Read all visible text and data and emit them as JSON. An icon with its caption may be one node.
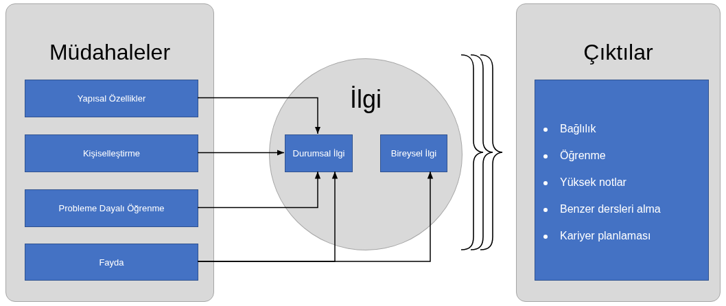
{
  "diagram": {
    "nodes": [
      {
        "text": [
          "Müdahaleler"
        ]
      },
      {
        "text": [
          "Yapısal Özellikler"
        ],
        "in": 0
      },
      {
        "text": [
          "Kişiselleştirme"
        ],
        "in": 0
      },
      {
        "text": [
          "Probleme Dayalı Öğrenme"
        ],
        "in": 0
      },
      {
        "text": [
          "Fayda"
        ],
        "in": 0
      },
      {
        "text": [
          "İlgi"
        ]
      },
      {
        "text": [
          "Durumsal İlgi"
        ],
        "in": 5
      },
      {
        "text": [
          "Bireysel İlgi"
        ],
        "in": 5
      },
      {
        "text": [
          "Çıktılar"
        ]
      },
      {
        "text": [
          "Bağlılık",
          "Öğrenme",
          "Yüksek notlar",
          "Benzer dersleri alma",
          "Kariyer planlaması"
        ],
        "in": 8
      }
    ],
    "edges": [
      {
        "from": 1,
        "to": 6,
        "arrow": "to"
      },
      {
        "from": 2,
        "to": 6,
        "arrow": "to"
      },
      {
        "from": 3,
        "to": 6,
        "arrow": "to"
      },
      {
        "from": 4,
        "to": 6,
        "arrow": "to"
      },
      {
        "from": 4,
        "to": 7,
        "arrow": "to"
      }
    ]
  }
}
